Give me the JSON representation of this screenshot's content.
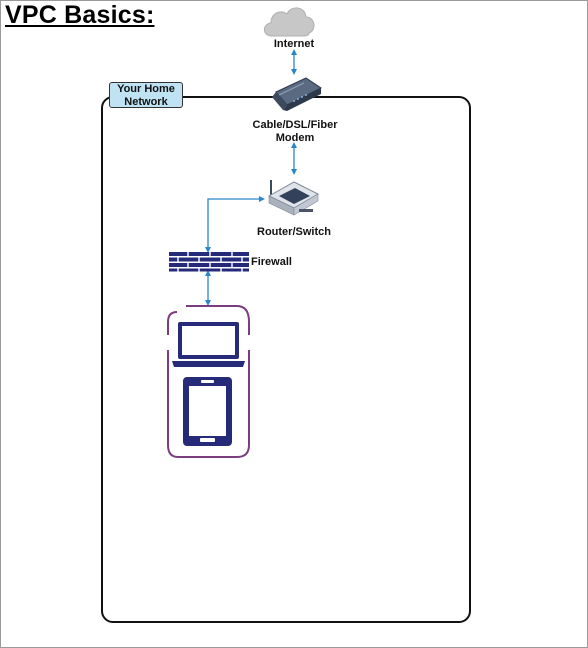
{
  "title": "VPC Basics:",
  "home_network": {
    "label_line1": "Your Home",
    "label_line2": "Network"
  },
  "nodes": {
    "internet": {
      "label": "Internet",
      "icon": "cloud-icon"
    },
    "modem": {
      "label_line1": "Cable/DSL/Fiber",
      "label_line2": "Modem",
      "icon": "modem-icon"
    },
    "router": {
      "label": "Router/Switch",
      "icon": "router-icon"
    },
    "firewall": {
      "label": "Firewall",
      "icon": "firewall-icon"
    },
    "devices": {
      "icons": [
        "laptop-icon",
        "tablet-icon"
      ]
    }
  },
  "colors": {
    "arrow": "#2a86c8",
    "device_navy": "#262b79",
    "device_group_border": "#7b3d7f",
    "tag_fill": "#bfe3f3"
  }
}
